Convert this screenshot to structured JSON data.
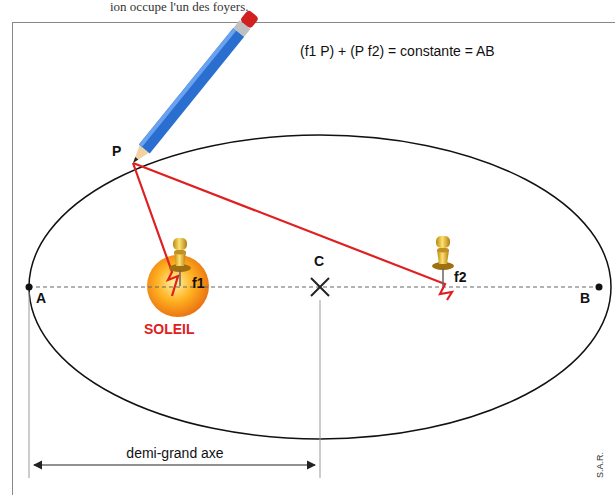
{
  "diagram": {
    "labels": [
      "ion occupe l'un des foyers.",
      "(f1 P) + (P f2) = constante = AB",
      "P",
      "C",
      "A",
      "B",
      "f1",
      "f2",
      "SOLEIL",
      "demi-grand axe",
      "S.A.R."
    ]
  }
}
